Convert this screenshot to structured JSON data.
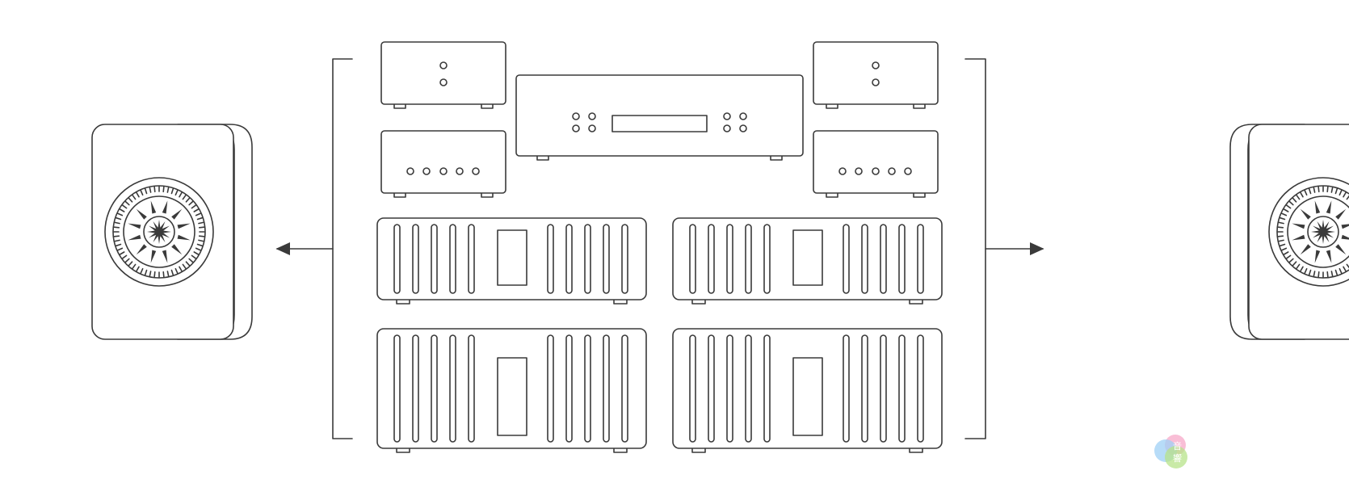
{
  "diagram": {
    "kind": "hi-fi separates replaced by active speakers",
    "colors": {
      "line": "#3a3a3a",
      "background": "#ffffff"
    },
    "components": [
      "speaker-left",
      "speaker-right",
      "preamp-top-left",
      "preamp-top-right",
      "phono-stage-left",
      "phono-stage-right",
      "cd-player",
      "power-amp-small-left",
      "power-amp-small-right",
      "power-amp-large-left",
      "power-amp-large-right"
    ],
    "arrows": [
      "arrow-left",
      "arrow-right"
    ]
  },
  "watermark": {
    "text_top": "音",
    "text_bottom": "響",
    "colors": [
      "#f7a8c8",
      "#9fd0f5",
      "#b7e38a"
    ]
  }
}
